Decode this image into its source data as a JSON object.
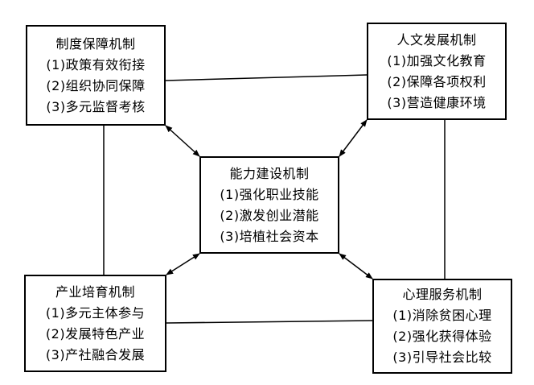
{
  "boxes": {
    "institutional": {
      "title": "制度保障机制",
      "items": [
        "(1)政策有效衔接",
        "(2)组织协同保障",
        "(3)多元监督考核"
      ]
    },
    "humanistic": {
      "title": "人文发展机制",
      "items": [
        "(1)加强文化教育",
        "(2)保障各项权利",
        "(3)营造健康环境"
      ]
    },
    "capacity": {
      "title": "能力建设机制",
      "items": [
        "(1)强化职业技能",
        "(2)激发创业潜能",
        "(3)培植社会资本"
      ]
    },
    "industrial": {
      "title": "产业培育机制",
      "items": [
        "(1)多元主体参与",
        "(2)发展特色产业",
        "(3)产社融合发展"
      ]
    },
    "psychological": {
      "title": "心理服务机制",
      "items": [
        "(1)消除贫困心理",
        "(2)强化获得体验",
        "(3)引导社会比较"
      ]
    }
  }
}
